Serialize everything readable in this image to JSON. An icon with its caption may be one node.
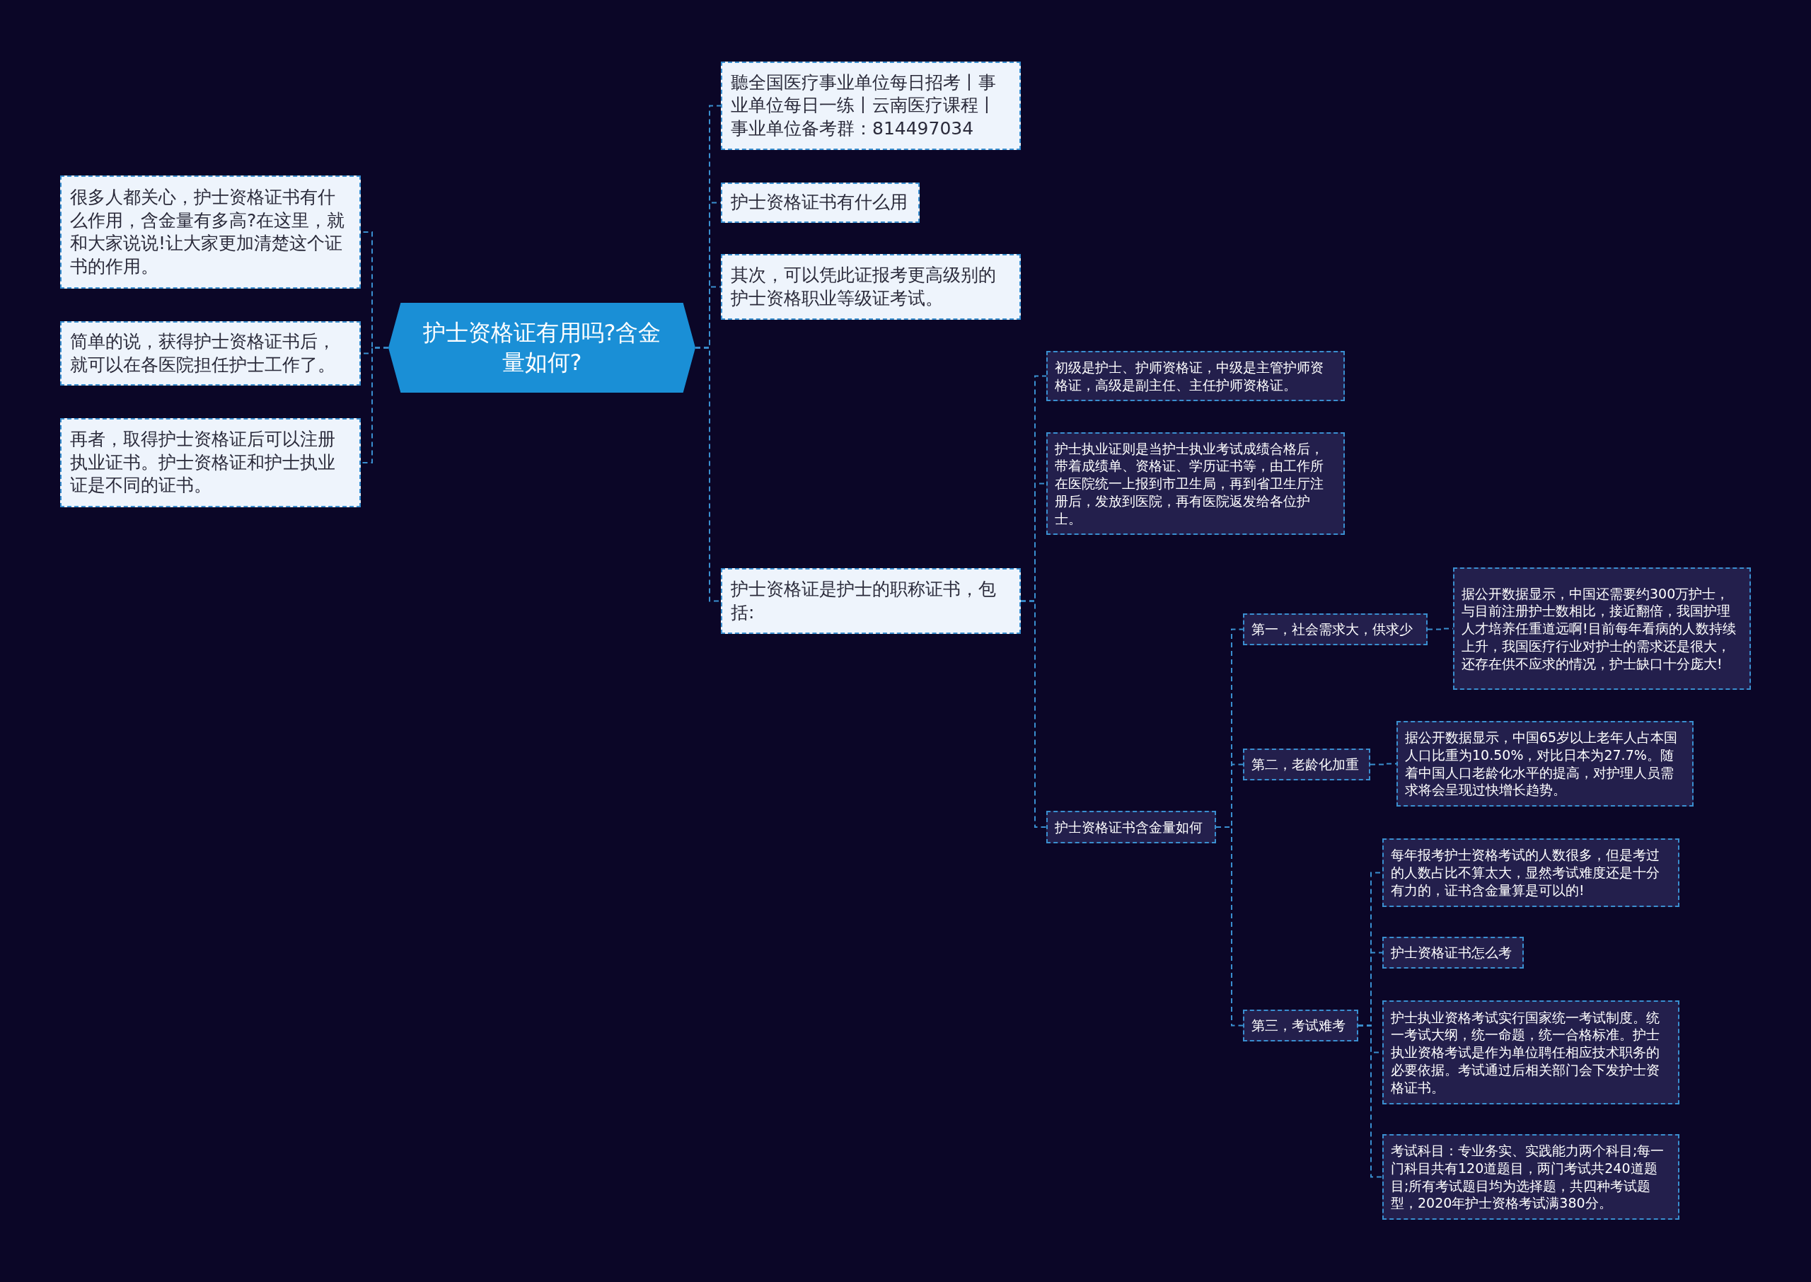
{
  "diagram": {
    "nodes": [
      {
        "text": [
          "护士资格证有用吗?含金量如何?"
        ]
      },
      {
        "text": [
          "很多人都关心，护士资格证书有什么作用，含金量有多高?在这里，就和大家说说!让大家更加清楚这个证书的作用。"
        ]
      },
      {
        "text": [
          "简单的说，获得护士资格证书后，就可以在各医院担任护士工作了。"
        ]
      },
      {
        "text": [
          "再者，取得护士资格证后可以注册执业证书。护士资格证和护士执业证是不同的证书。"
        ]
      },
      {
        "text": [
          "聽全国医疗事业单位每日招考丨事业单位每日一练丨云南医疗课程丨事业单位备考群：814497034"
        ]
      },
      {
        "text": [
          "护士资格证书有什么用"
        ]
      },
      {
        "text": [
          "其次，可以凭此证报考更高级别的护士资格职业等级证考试。"
        ]
      },
      {
        "text": [
          "护士资格证是护士的职称证书，包括:"
        ]
      },
      {
        "text": [
          "初级是护士、护师资格证，中级是主管护师资格证，高级是副主任、主任护师资格证。"
        ]
      },
      {
        "text": [
          "护士执业证则是当护士执业考试成绩合格后，带着成绩单、资格证、学历证书等，由工作所在医院统一上报到市卫生局，再到省卫生厅注册后，发放到医院，再有医院返发给各位护士。"
        ]
      },
      {
        "text": [
          "护士资格证书含金量如何"
        ]
      },
      {
        "text": [
          "第一，社会需求大，供求少"
        ]
      },
      {
        "text": [
          "据公开数据显示，中国还需要约300万护士，与目前注册护士数相比，接近翻倍，我国护理人才培养任重道远啊!目前每年看病的人数持续上升，我国医疗行业对护士的需求还是很大，还存在供不应求的情况，护士缺口十分庞大!"
        ]
      },
      {
        "text": [
          "第二，老龄化加重"
        ]
      },
      {
        "text": [
          "据公开数据显示，中国65岁以上老年人占本国人口比重为10.50%，对比日本为27.7%。随着中国人口老龄化水平的提高，对护理人员需求将会呈现过快增长趋势。"
        ]
      },
      {
        "text": [
          "第三，考试难考"
        ]
      },
      {
        "text": [
          "每年报考护士资格考试的人数很多，但是考过的人数占比不算太大，显然考试难度还是十分有力的，证书含金量算是可以的!"
        ]
      },
      {
        "text": [
          "护士资格证书怎么考"
        ]
      },
      {
        "text": [
          "护士执业资格考试实行国家统一考试制度。统一考试大纲，统一命题，统一合格标准。护士执业资格考试是作为单位聘任相应技术职务的必要依据。考试通过后相关部门会下发护士资格证书。"
        ]
      },
      {
        "text": [
          "考试科目：专业务实、实践能力两个科目;每一门科目共有120道题目，两门考试共240道题目;所有考试题目均为选择题，共四种考试题型，2020年护士资格考试满380分。"
        ]
      }
    ],
    "edges": [
      {
        "from": 0,
        "to": 1,
        "arrow": "none"
      },
      {
        "from": 0,
        "to": 2,
        "arrow": "none"
      },
      {
        "from": 0,
        "to": 3,
        "arrow": "none"
      },
      {
        "from": 0,
        "to": 4,
        "arrow": "none"
      },
      {
        "from": 0,
        "to": 5,
        "arrow": "none"
      },
      {
        "from": 0,
        "to": 6,
        "arrow": "none"
      },
      {
        "from": 0,
        "to": 7,
        "arrow": "none"
      },
      {
        "from": 7,
        "to": 8,
        "arrow": "none"
      },
      {
        "from": 7,
        "to": 9,
        "arrow": "none"
      },
      {
        "from": 7,
        "to": 10,
        "arrow": "none"
      },
      {
        "from": 10,
        "to": 11,
        "arrow": "none"
      },
      {
        "from": 10,
        "to": 13,
        "arrow": "none"
      },
      {
        "from": 10,
        "to": 15,
        "arrow": "none"
      },
      {
        "from": 11,
        "to": 12,
        "arrow": "none"
      },
      {
        "from": 13,
        "to": 14,
        "arrow": "none"
      },
      {
        "from": 15,
        "to": 16,
        "arrow": "none"
      },
      {
        "from": 15,
        "to": 17,
        "arrow": "none"
      },
      {
        "from": 15,
        "to": 18,
        "arrow": "none"
      },
      {
        "from": 15,
        "to": 19,
        "arrow": "none"
      }
    ]
  }
}
